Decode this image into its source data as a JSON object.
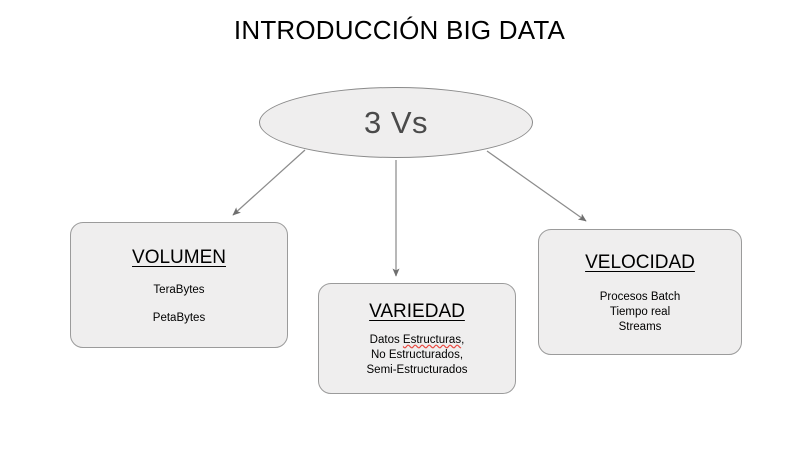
{
  "slide": {
    "title": "INTRODUCCIÓN BIG DATA",
    "background_color": "#ffffff"
  },
  "theme": {
    "node_fill": "#efeeee",
    "node_border": "#9b9b9b",
    "ellipse_border": "#8a8a8a",
    "ellipse_text_color": "#4a4a4a",
    "box_text_color": "#000000",
    "connector_color": "#8c8c8c",
    "spellcheck_color": "#e8473f"
  },
  "chart_data": {
    "type": "diagram",
    "title": "INTRODUCCIÓN BIG DATA",
    "layout": "hub-and-spoke, one ellipse hub with three rounded-rectangle leaf nodes",
    "root": "3 Vs",
    "nodes": [
      {
        "id": "volumen",
        "label": "VOLUMEN",
        "items": [
          "TeraBytes",
          "PetaBytes"
        ]
      },
      {
        "id": "variedad",
        "label": "VARIEDAD",
        "items": [
          "Datos Estructuras,",
          "No Estructurados,",
          "Semi-Estructurados"
        ]
      },
      {
        "id": "velocidad",
        "label": "VELOCIDAD",
        "items": [
          "Procesos Batch",
          "Tiempo real",
          "Streams"
        ]
      }
    ],
    "edges": [
      {
        "from": "3 Vs",
        "to": "VOLUMEN",
        "style": "arrow"
      },
      {
        "from": "3 Vs",
        "to": "VARIEDAD",
        "style": "arrow"
      },
      {
        "from": "3 Vs",
        "to": "VELOCIDAD",
        "style": "arrow"
      }
    ]
  },
  "hub": {
    "label": "3 Vs"
  },
  "boxes": {
    "volumen": {
      "heading": "VOLUMEN",
      "line1": "TeraBytes",
      "line2": "PetaBytes"
    },
    "variedad": {
      "heading": "VARIEDAD",
      "line1_prefix": "Datos ",
      "line1_misspelled": "Estructuras",
      "line1_suffix": ",",
      "line2": "No Estructurados,",
      "line3": "Semi-Estructurados"
    },
    "velocidad": {
      "heading": "VELOCIDAD",
      "line1": "Procesos Batch",
      "line2": "Tiempo real",
      "line3": "Streams"
    }
  },
  "connectors": {
    "to_volumen": "arrow-down-left",
    "to_variedad": "arrow-down",
    "to_velocidad": "arrow-down-right"
  }
}
